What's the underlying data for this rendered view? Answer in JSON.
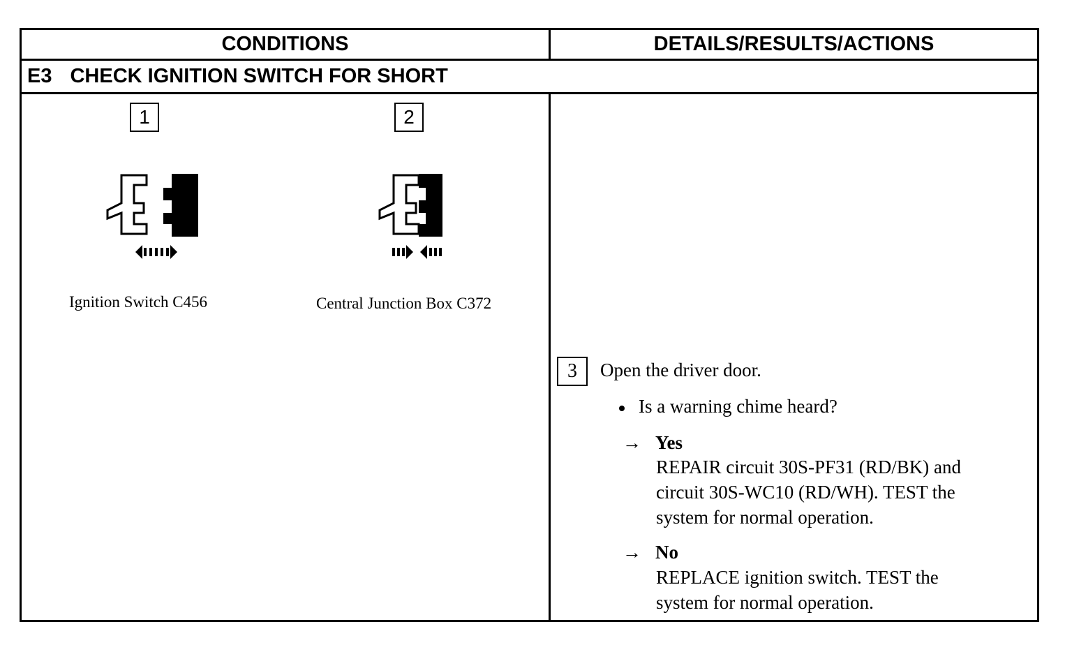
{
  "table": {
    "headers": {
      "left": "CONDITIONS",
      "right": "DETAILS/RESULTS/ACTIONS"
    },
    "step": {
      "id": "E3",
      "title": "CHECK IGNITION SWITCH FOR SHORT"
    },
    "conditions": [
      {
        "number": "1",
        "caption": "Ignition Switch C456",
        "icon": "connector-disconnect-icon"
      },
      {
        "number": "2",
        "caption": "Central Junction Box C372",
        "icon": "connector-connect-icon"
      }
    ],
    "action": {
      "number": "3",
      "instruction": "Open the driver door.",
      "question": "Is a warning chime heard?",
      "arrow": "→",
      "results": [
        {
          "label": "Yes",
          "lines": [
            "REPAIR circuit 30S-PF31 (RD/BK) and",
            "circuit 30S-WC10 (RD/WH). TEST the",
            "system for normal operation."
          ]
        },
        {
          "label": "No",
          "lines": [
            "REPLACE ignition switch. TEST the",
            "system for normal operation."
          ]
        }
      ]
    }
  }
}
